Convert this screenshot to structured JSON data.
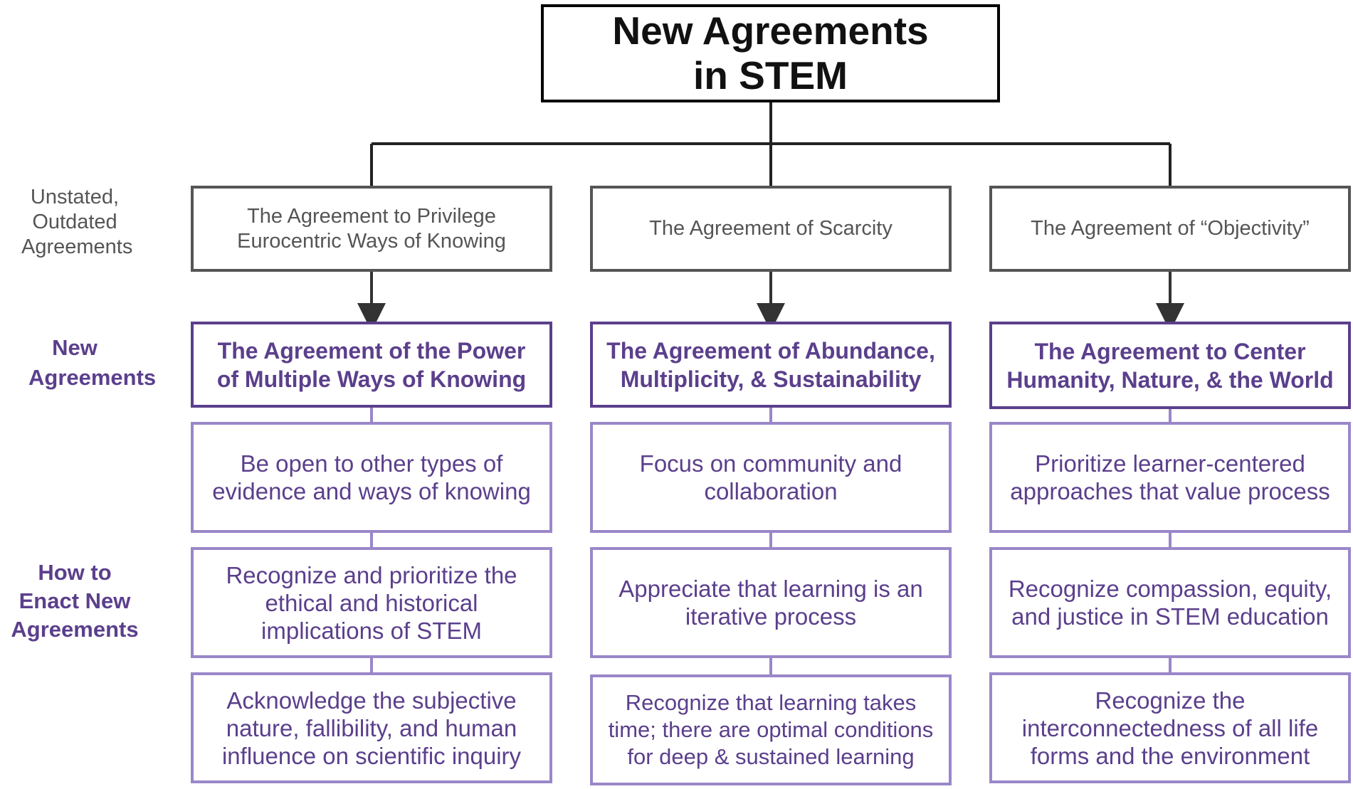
{
  "title": "New Agreements in STEM",
  "colors": {
    "title_border": "#000000",
    "old_border": "#555555",
    "new_border": "#5b3f8c",
    "enact_border": "#9a87c9",
    "purple_text": "#5b3f8c",
    "gray_text": "#555555"
  },
  "row_labels": {
    "old": "Unstated, Outdated Agreements",
    "new": "New Agreements",
    "enact": "How to Enact New Agreements"
  },
  "columns": [
    {
      "old": "The Agreement to Privilege Eurocentric Ways of Knowing",
      "new": "The Agreement of the Power of Multiple Ways of Knowing",
      "actions": [
        "Be open to other types of evidence and ways of knowing",
        "Recognize and prioritize the ethical and historical implications of STEM",
        "Acknowledge the subjective nature, fallibility, and human influence on scientific inquiry"
      ]
    },
    {
      "old": "The Agreement of Scarcity",
      "new": "The Agreement of Abundance, Multiplicity, & Sustainability",
      "actions": [
        "Focus on community and collaboration",
        "Appreciate that learning is an iterative process",
        "Recognize that learning takes time; there are optimal conditions for deep & sustained learning"
      ]
    },
    {
      "old": "The Agreement of “Objectivity”",
      "new": "The Agreement to Center Humanity, Nature, & the World",
      "actions": [
        "Prioritize learner-centered approaches that value process",
        "Recognize compassion, equity, and justice in STEM education",
        "Recognize the interconnectedness of all life forms and the environment"
      ]
    }
  ]
}
